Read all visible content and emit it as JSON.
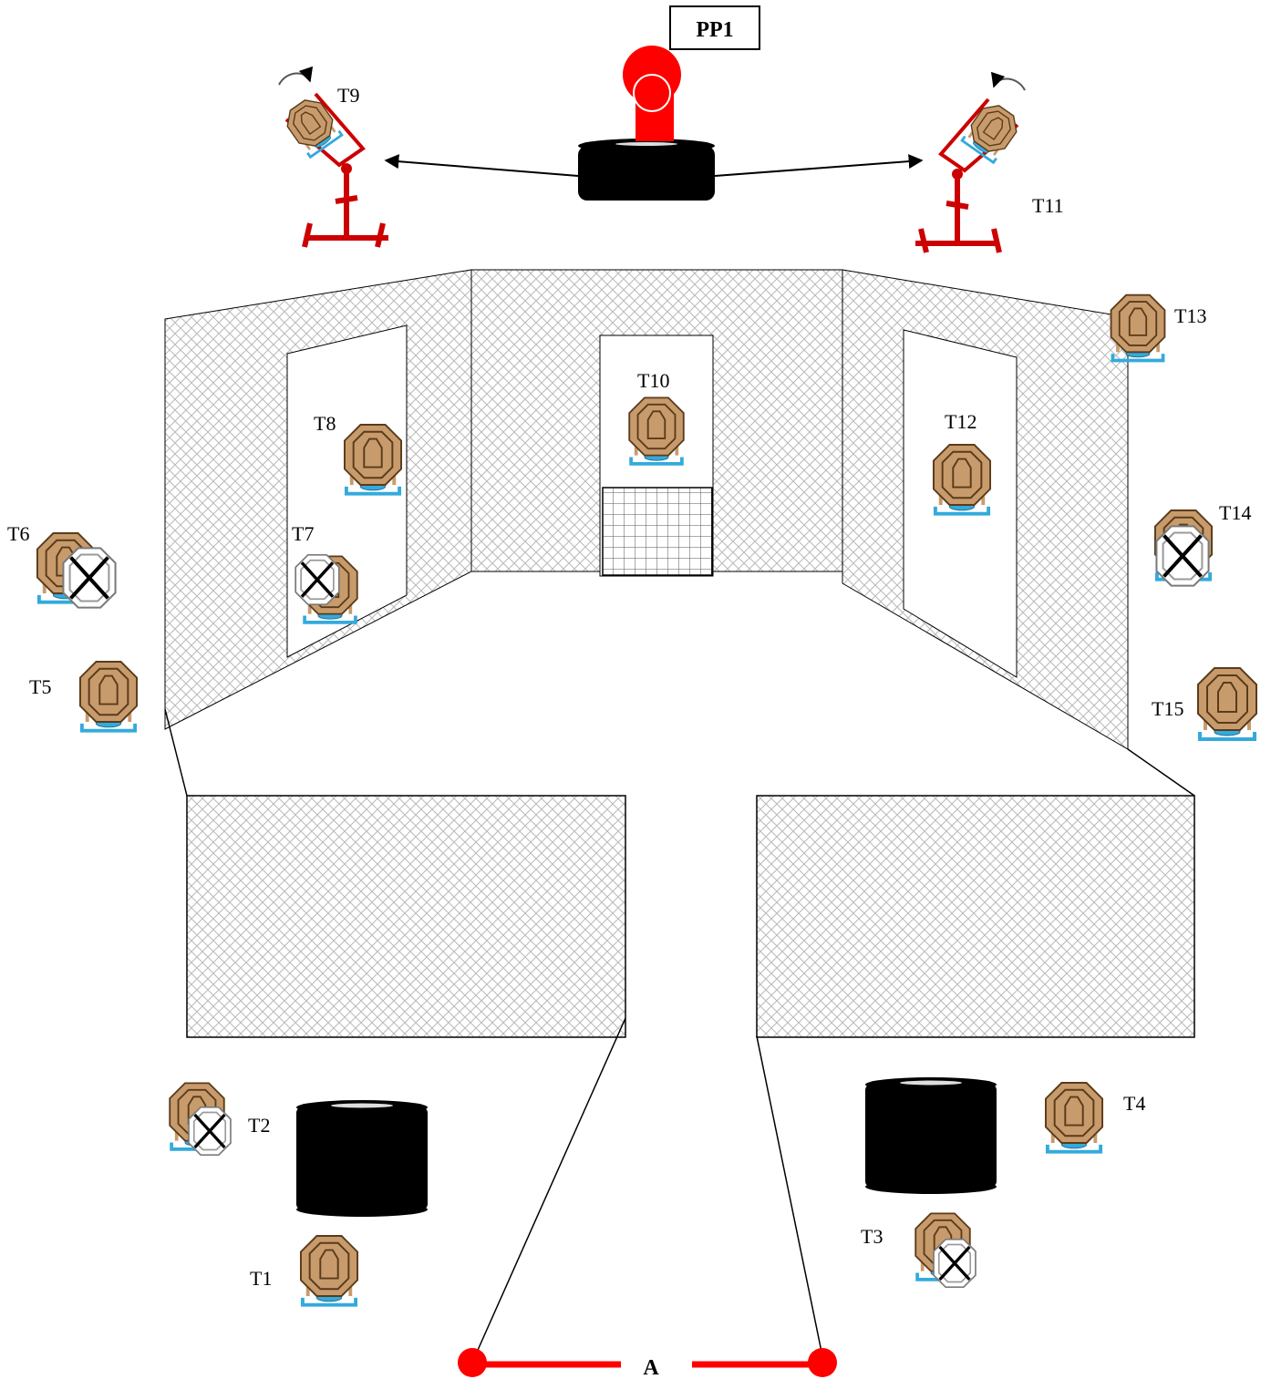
{
  "title_box": "PP1",
  "start_label": "A",
  "targets": {
    "t1": "T1",
    "t2": "T2",
    "t3": "T3",
    "t4": "T4",
    "t5": "T5",
    "t6": "T6",
    "t7": "T7",
    "t8": "T8",
    "t9": "T9",
    "t10": "T10",
    "t11": "T11",
    "t12": "T12",
    "t13": "T13",
    "t14": "T14",
    "t15": "T15"
  },
  "no_shoot_targets": [
    "T2",
    "T3",
    "T6",
    "T7",
    "T14"
  ],
  "swinging_targets": [
    "T9",
    "T11"
  ],
  "colors": {
    "popper_red": "#ff0000",
    "target_tan": "#c89b6c",
    "target_stand_blue": "#33aadd",
    "barrel_black": "#000000",
    "wall_mesh": "#bfbfbf",
    "fault_line_red": "#ff0000"
  },
  "icons": {
    "popper": "activator-popper-icon",
    "swinger": "swinging-target-icon",
    "barrel": "barrel-stack-icon",
    "target": "steel-target-icon",
    "no_shoot": "no-shoot-target-icon",
    "mesh_wall": "mesh-wall"
  }
}
